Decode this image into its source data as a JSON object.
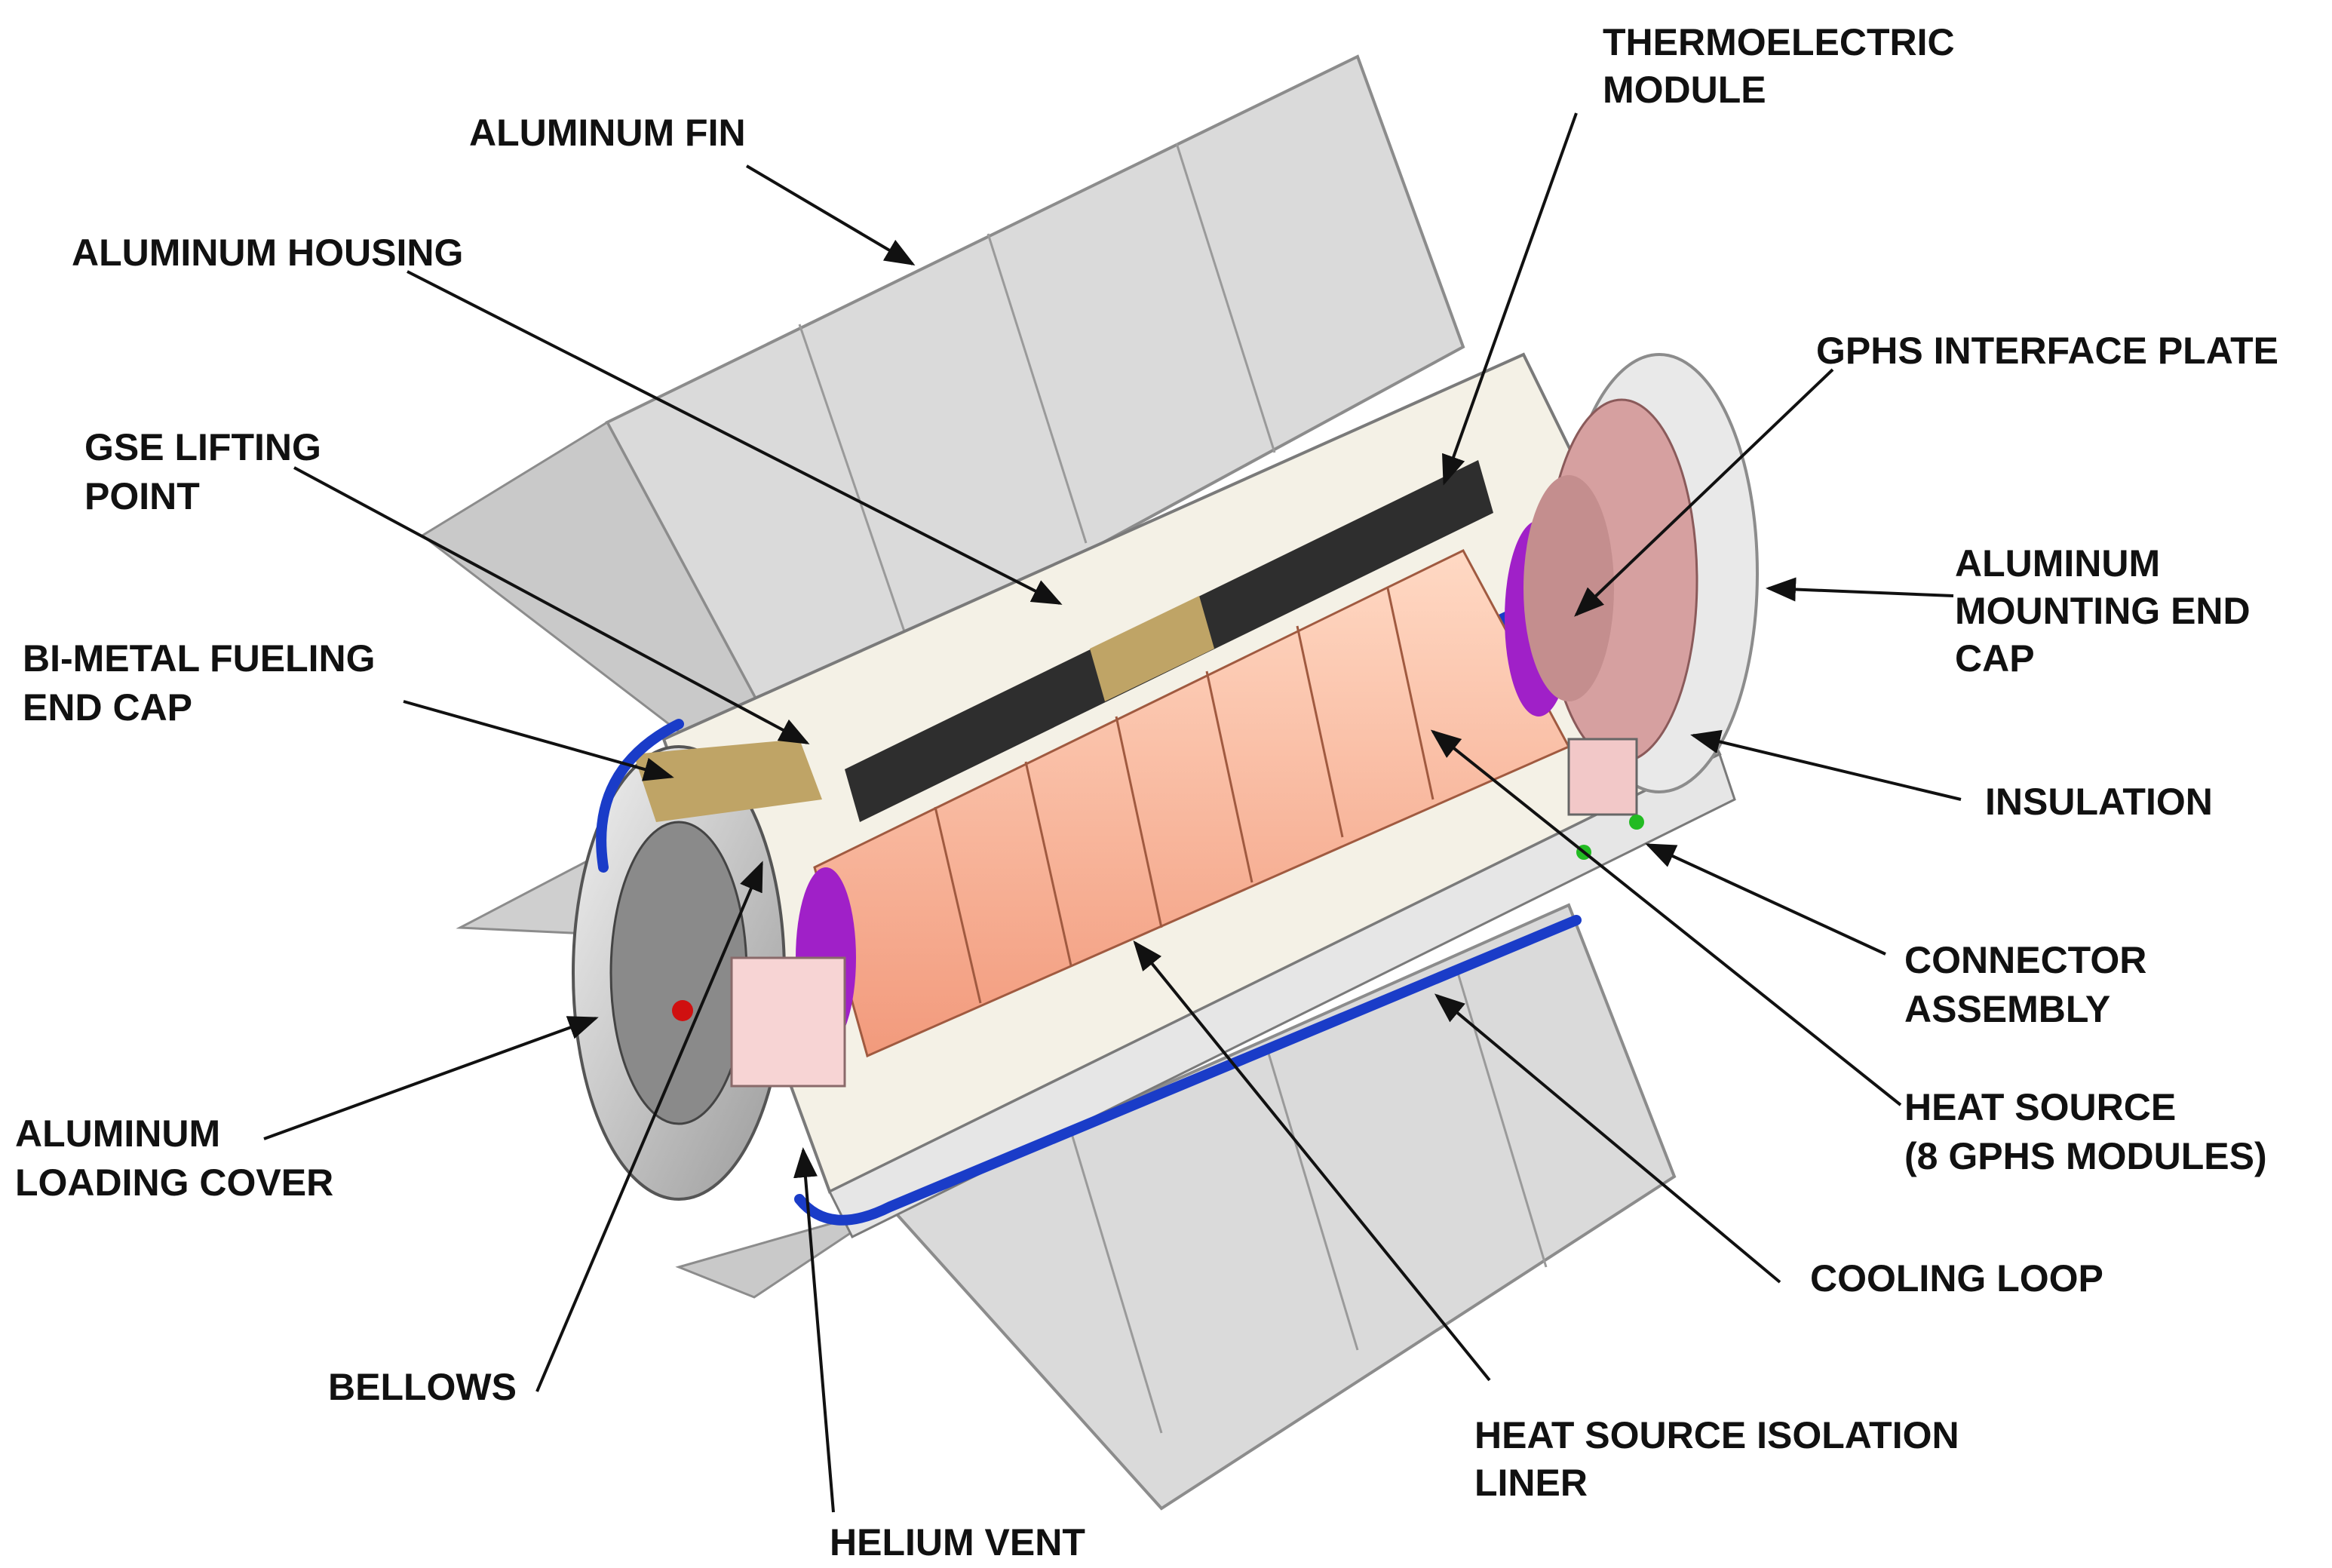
{
  "labels": {
    "aluminum_fin": "ALUMINUM FIN",
    "thermoelectric_module": [
      "THERMOELECTRIC",
      "MODULE"
    ],
    "aluminum_housing": "ALUMINUM HOUSING",
    "gphs_interface_plate": "GPHS INTERFACE PLATE",
    "gse_lifting_point": [
      "GSE LIFTING",
      "POINT"
    ],
    "aluminum_mounting_end_cap": [
      "ALUMINUM",
      "MOUNTING END",
      "CAP"
    ],
    "bi_metal_fueling_end_cap": [
      "BI-METAL FUELING",
      "END CAP"
    ],
    "insulation": "INSULATION",
    "connector_assembly": [
      "CONNECTOR",
      "ASSEMBLY"
    ],
    "aluminum_loading_cover": [
      "ALUMINUM",
      "LOADING COVER"
    ],
    "heat_source": [
      "HEAT SOURCE",
      "(8 GPHS MODULES)"
    ],
    "cooling_loop": "COOLING LOOP",
    "bellows": "BELLOWS",
    "heat_source_isolation_liner": [
      "HEAT SOURCE ISOLATION",
      "LINER"
    ],
    "helium_vent": "HELIUM VENT"
  },
  "colors": {
    "fin": "#d9d9d9",
    "fin_stroke": "#8c8c8c",
    "housing_interior": "#f4f1e6",
    "thermoelectric": "#2e2e2e",
    "heat_source": "#f6a98d",
    "heat_source_cap": "#a020c8",
    "cooling_loop": "#1a3cc8",
    "interface_plate": "#d6a0a0",
    "end_cap": "#e9e9e9",
    "gold": "#bfa466"
  }
}
